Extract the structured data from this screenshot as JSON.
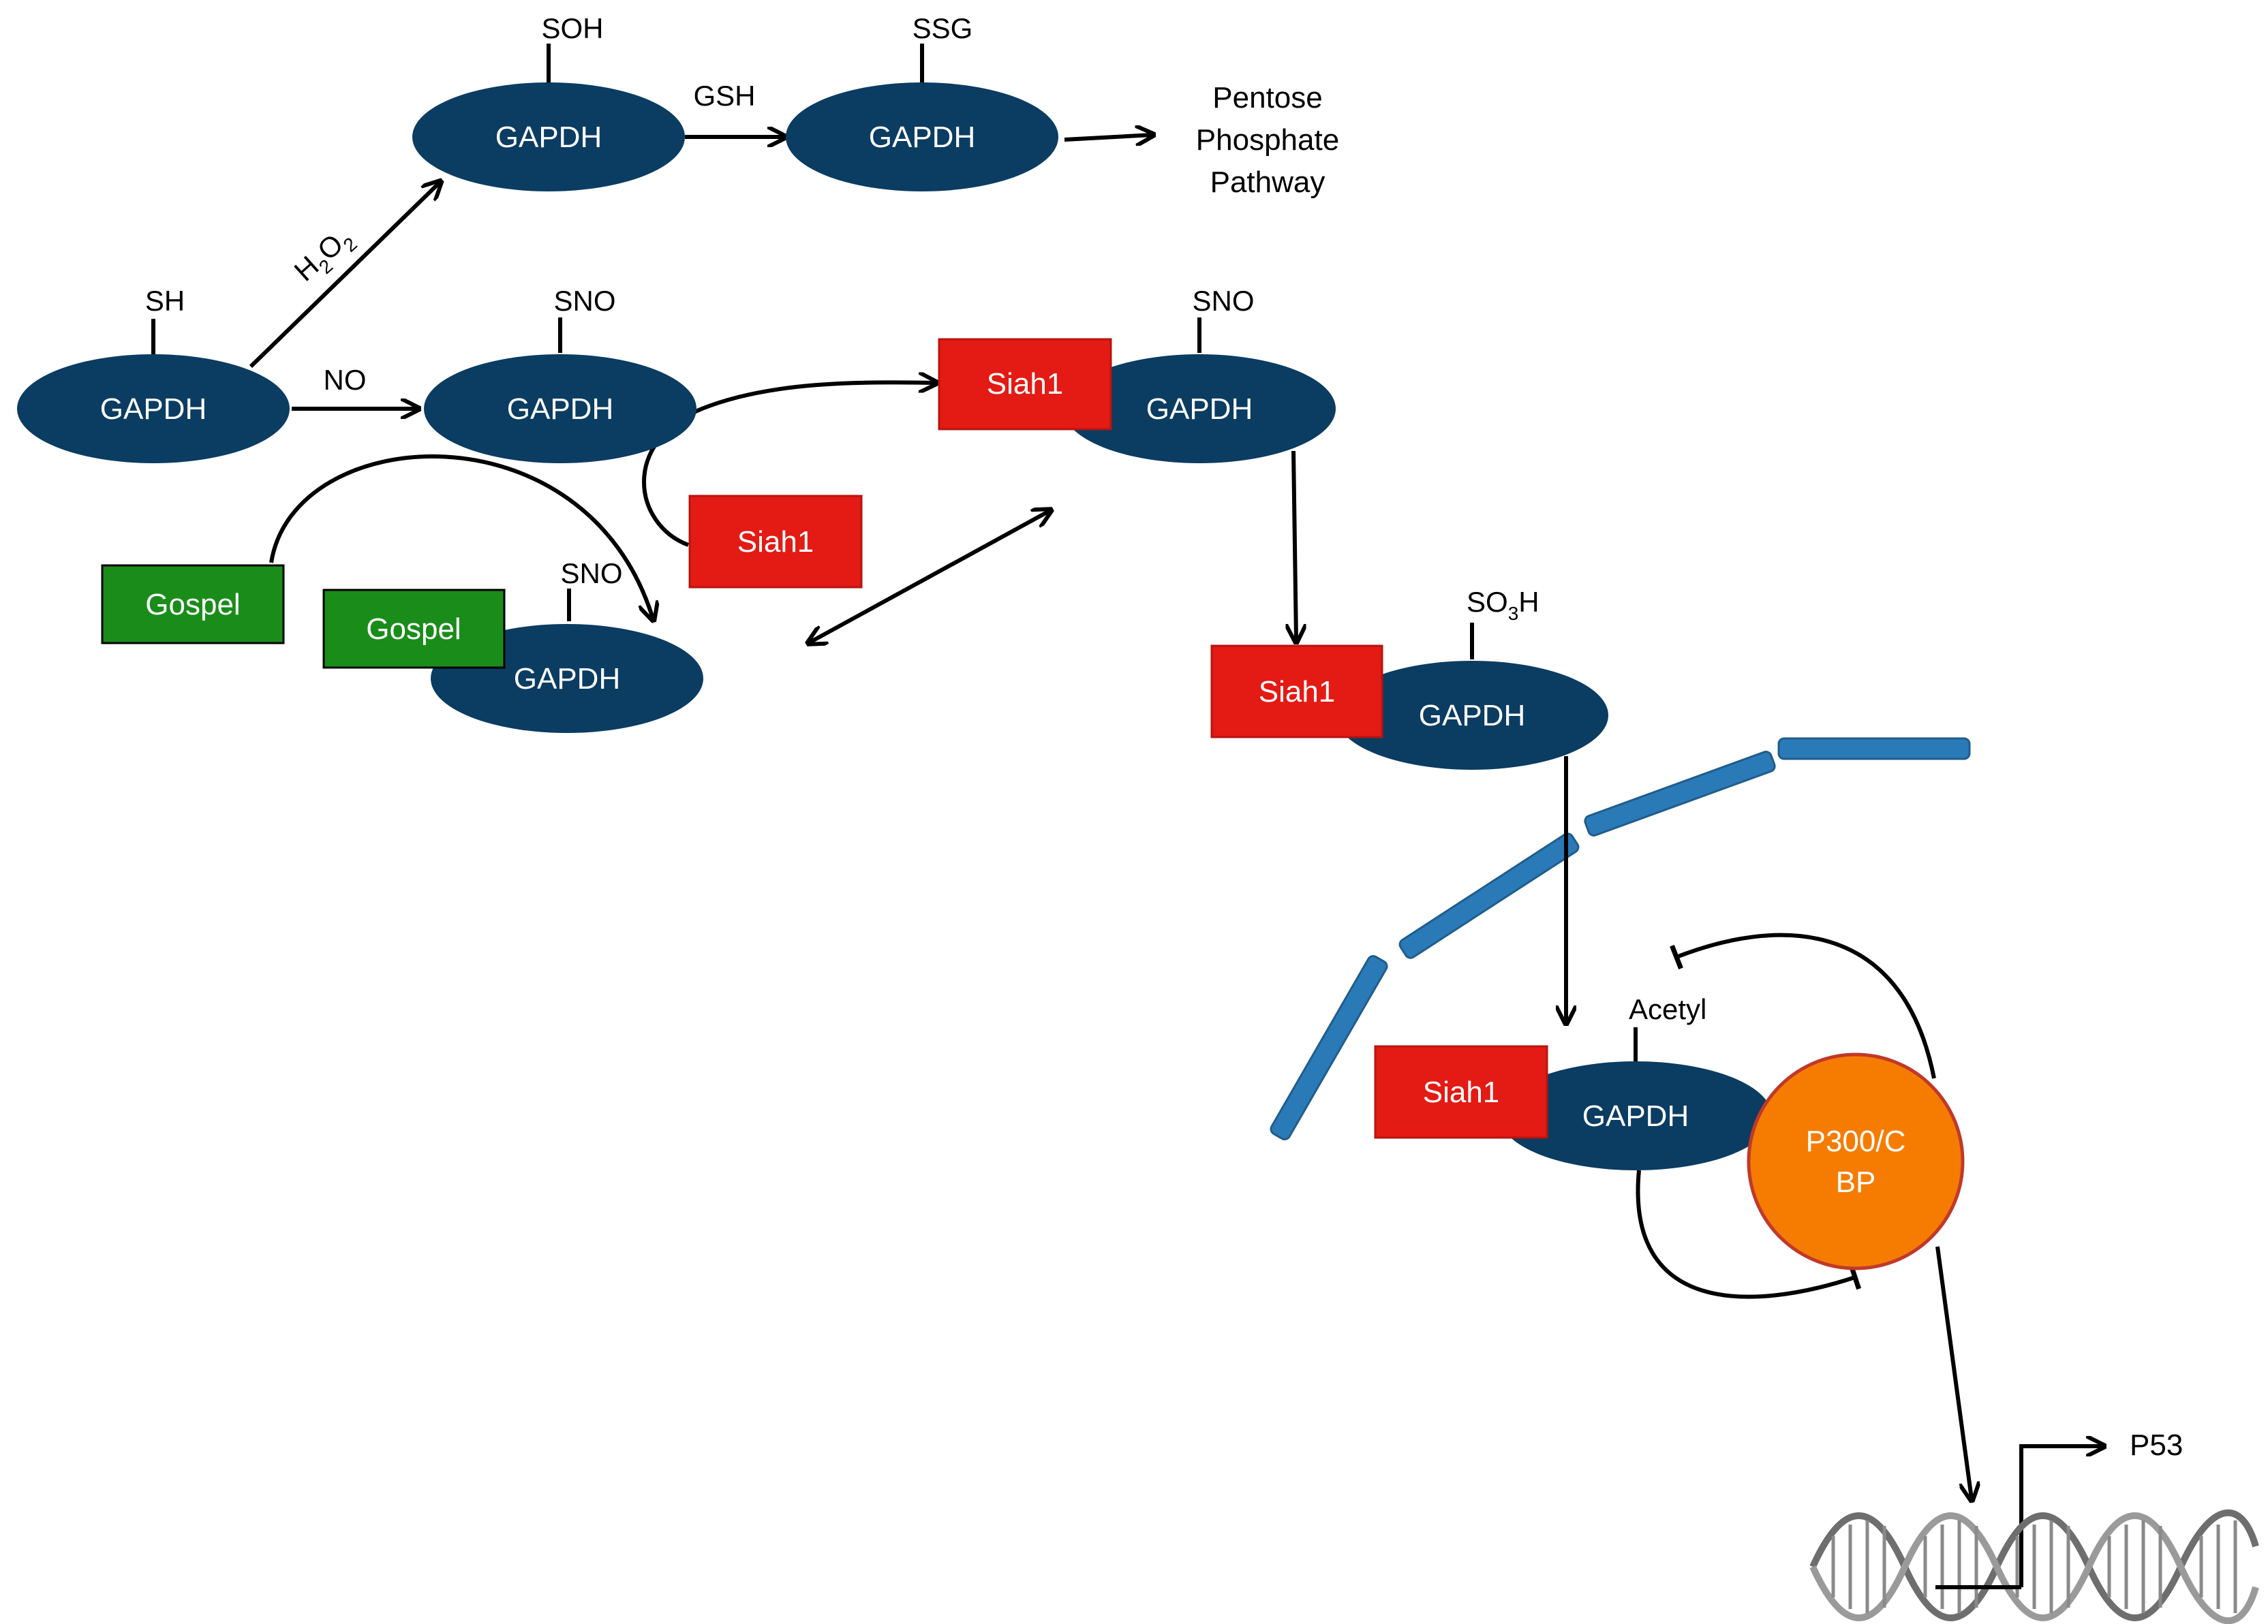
{
  "colors": {
    "gapdh": "#0b3c62",
    "siah1": "#e41a14",
    "gospel": "#1a8c1a",
    "p300": "#f57c00",
    "membrane": "#2b7ab8",
    "edge": "#000000"
  },
  "icons": {
    "dna": "dna-double-helix-icon"
  },
  "nodes": {
    "gapdh_sh": "GAPDH",
    "gapdh_soh": "GAPDH",
    "gapdh_ssg": "GAPDH",
    "gapdh_sno": "GAPDH",
    "gapdh_siah_sno": "GAPDH",
    "gapdh_gospel_sno": "GAPDH",
    "gapdh_so3h": "GAPDH",
    "gapdh_acetyl": "GAPDH",
    "siah1_top": "Siah1",
    "siah1_free": "Siah1",
    "siah1_mid": "Siah1",
    "siah1_nuclear": "Siah1",
    "gospel_free": "Gospel",
    "gospel_bound": "Gospel",
    "p300_line1": "P300/C",
    "p300_line2": "BP"
  },
  "modifications": {
    "sh": "SH",
    "soh": "SOH",
    "ssg": "SSG",
    "sno_1": "SNO",
    "sno_2": "SNO",
    "sno_3": "SNO",
    "so3h_main": "SO",
    "so3h_sub": "3",
    "so3h_end": "H",
    "acetyl": "Acetyl"
  },
  "edge_labels": {
    "h2o2_h1": "H",
    "h2o2_s1": "2",
    "h2o2_o": "O",
    "h2o2_s2": "2",
    "gsh": "GSH",
    "no": "NO"
  },
  "outputs": {
    "ppp_line1": "Pentose",
    "ppp_line2": "Phosphate",
    "ppp_line3": "Pathway",
    "p53": "P53"
  }
}
